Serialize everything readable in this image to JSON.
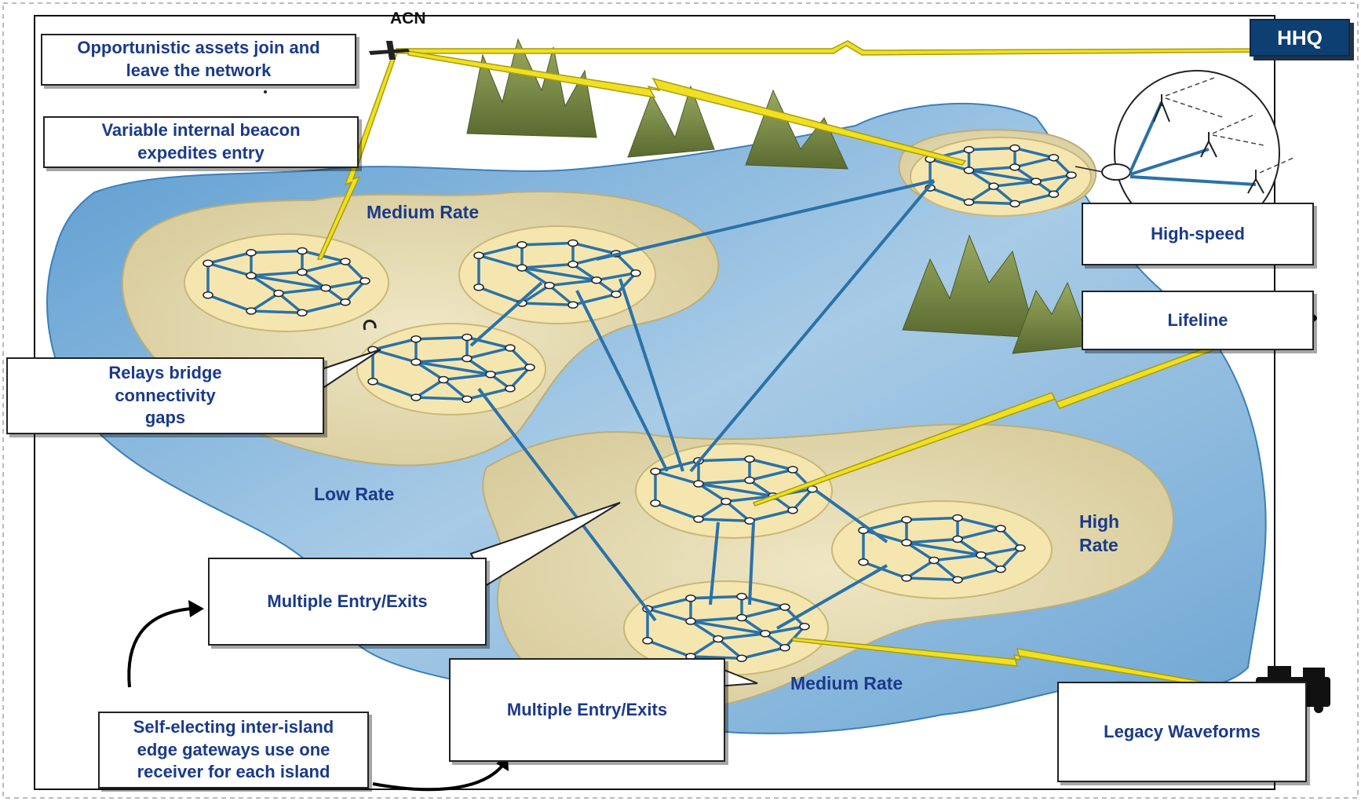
{
  "labels": {
    "acn": "ACN",
    "hhq": "HHQ",
    "opportunistic": "Opportunistic assets join and\nleave the network",
    "variable_beacon": "Variable internal beacon\nexpedites entry",
    "medium_rate_top": "Medium Rate",
    "relays": "Relays bridge\nconnectivity\ngaps",
    "low_rate": "Low Rate",
    "high_speed": "High-speed",
    "lifeline": "Lifeline",
    "high_rate": "High\nRate",
    "multiple_entry_1": "Multiple Entry/Exits",
    "multiple_entry_2": "Multiple Entry/Exits",
    "medium_rate_bottom": "Medium Rate",
    "legacy": "Legacy Waveforms",
    "self_electing": "Self-electing inter-island\nedge gateways use one\nreceiver for each island"
  },
  "colors": {
    "water": "#7fb0d8",
    "land": "#e6dcb4",
    "island_core": "#f5e6b0",
    "mesh": "#2a72a8",
    "lightning": "#f0e020",
    "mountain": "#8a9a50",
    "text": "#1a3a8a",
    "hhq": "#0d3f72"
  }
}
